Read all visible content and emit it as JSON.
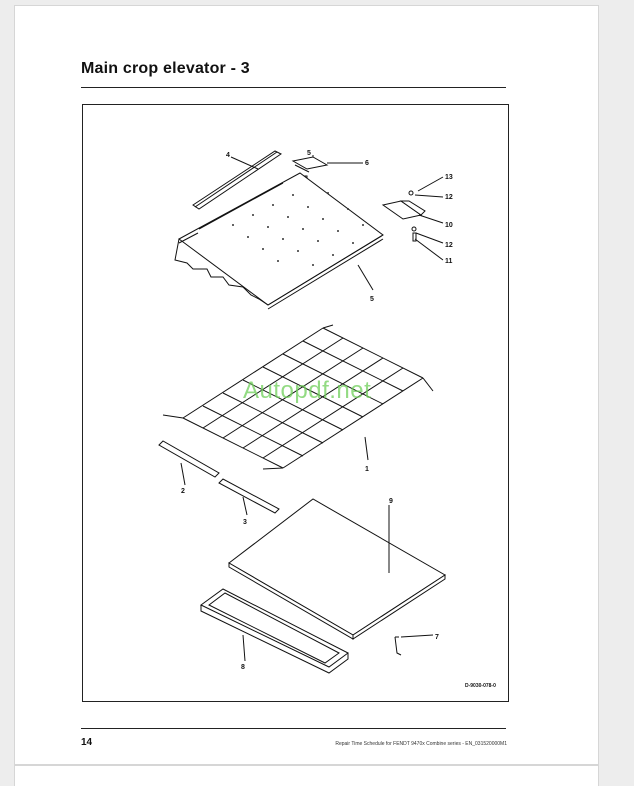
{
  "document": {
    "title": "Main crop elevator - 3",
    "page_number": "14",
    "footer": "Repair Time Schedule for FENDT 9470x Combine series - EN_031520000M1",
    "watermark": "Autopdf.net"
  },
  "figure": {
    "drawing_id": "D-9030-078-0",
    "callouts": [
      "1",
      "2",
      "3",
      "4",
      "5",
      "6",
      "7",
      "8",
      "9",
      "10",
      "11",
      "12",
      "12",
      "13"
    ]
  }
}
